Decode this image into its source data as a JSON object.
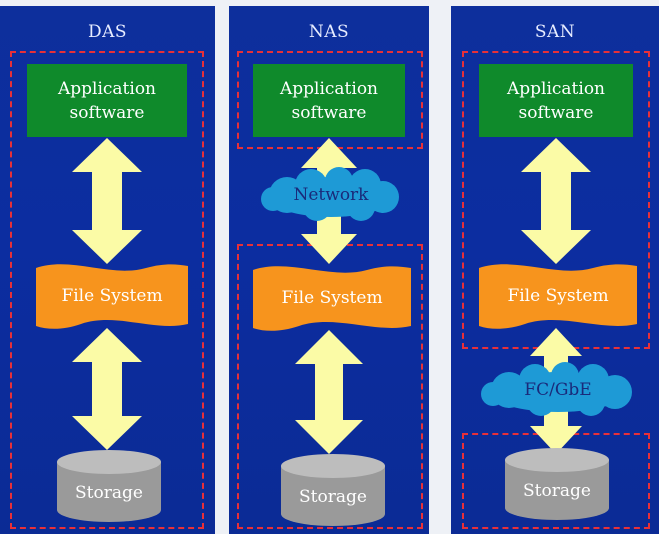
{
  "panels": [
    {
      "title": "DAS",
      "app": {
        "line1": "Application",
        "line2": "software"
      },
      "fs": "File System",
      "storage": "Storage"
    },
    {
      "title": "NAS",
      "app": {
        "line1": "Application",
        "line2": "software"
      },
      "cloud": "Network",
      "fs": "File System",
      "storage": "Storage"
    },
    {
      "title": "SAN",
      "app": {
        "line1": "Application",
        "line2": "software"
      },
      "fs": "File System",
      "cloud": "FC/GbE",
      "storage": "Storage"
    }
  ],
  "colors": {
    "panel_bg": "#0c2da0",
    "app_box": "#0f8a2b",
    "file_system": "#f7941d",
    "arrow": "#fbfba6",
    "cloud": "#1e9ad6",
    "storage": "#9a9a9a",
    "dashed_border": "#e83038"
  }
}
